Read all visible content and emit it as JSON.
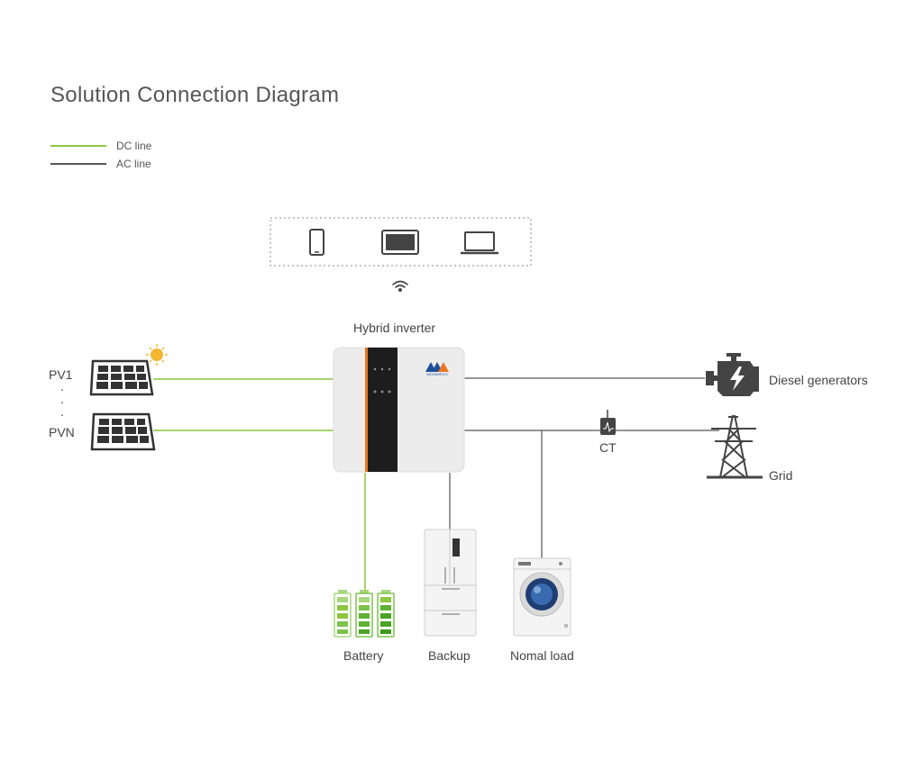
{
  "title": "Solution Connection Diagram",
  "legend": [
    {
      "label": "DC line",
      "color": "#8cc63f"
    },
    {
      "label": "AC line",
      "color": "#555555"
    }
  ],
  "labels": {
    "inverter": "Hybrid inverter",
    "pv1": "PV1",
    "pvn": "PVN",
    "dots": ".\n.\n.",
    "diesel": "Diesel generators",
    "grid": "Grid",
    "ct": "CT",
    "battery": "Battery",
    "backup": "Backup",
    "normal_load": "Nomal load"
  },
  "brand": "MOSAREVO",
  "icons": {
    "devices": [
      "phone-icon",
      "tablet-icon",
      "laptop-icon"
    ],
    "wifi": "wifi-icon"
  },
  "colors": {
    "dc_line": "#8cc63f",
    "ac_line": "#555555",
    "inverter_accent": "#e87722",
    "battery_green": "#7dc24b"
  }
}
